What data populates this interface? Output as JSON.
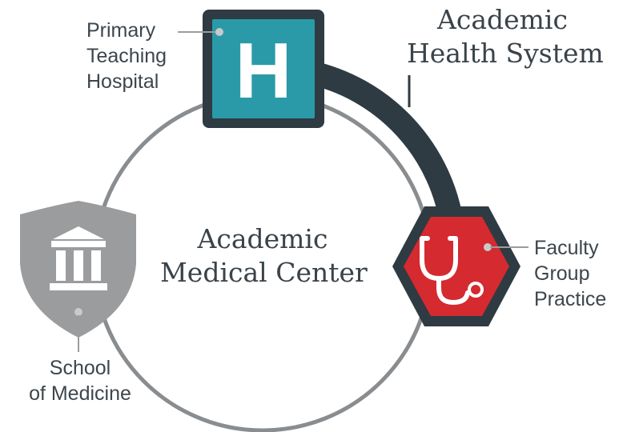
{
  "diagram": {
    "center_label": [
      "Academic",
      "Medical Center"
    ],
    "system_label": [
      "Academic",
      "Health System"
    ],
    "hospital": {
      "label": [
        "Primary",
        "Teaching",
        "Hospital"
      ],
      "icon_letter": "H",
      "icon": "hospital-h-icon",
      "color": "#2a9aa8"
    },
    "faculty": {
      "label": [
        "Faculty",
        "Group",
        "Practice"
      ],
      "icon": "stethoscope-icon",
      "color": "#d42a30"
    },
    "school": {
      "label": [
        "School",
        "of Medicine"
      ],
      "icon": "school-building-icon",
      "color": "#9b9c9e"
    },
    "colors": {
      "ring": "#8a8d90",
      "arc": "#2e3b42",
      "text": "#3d464d"
    }
  }
}
